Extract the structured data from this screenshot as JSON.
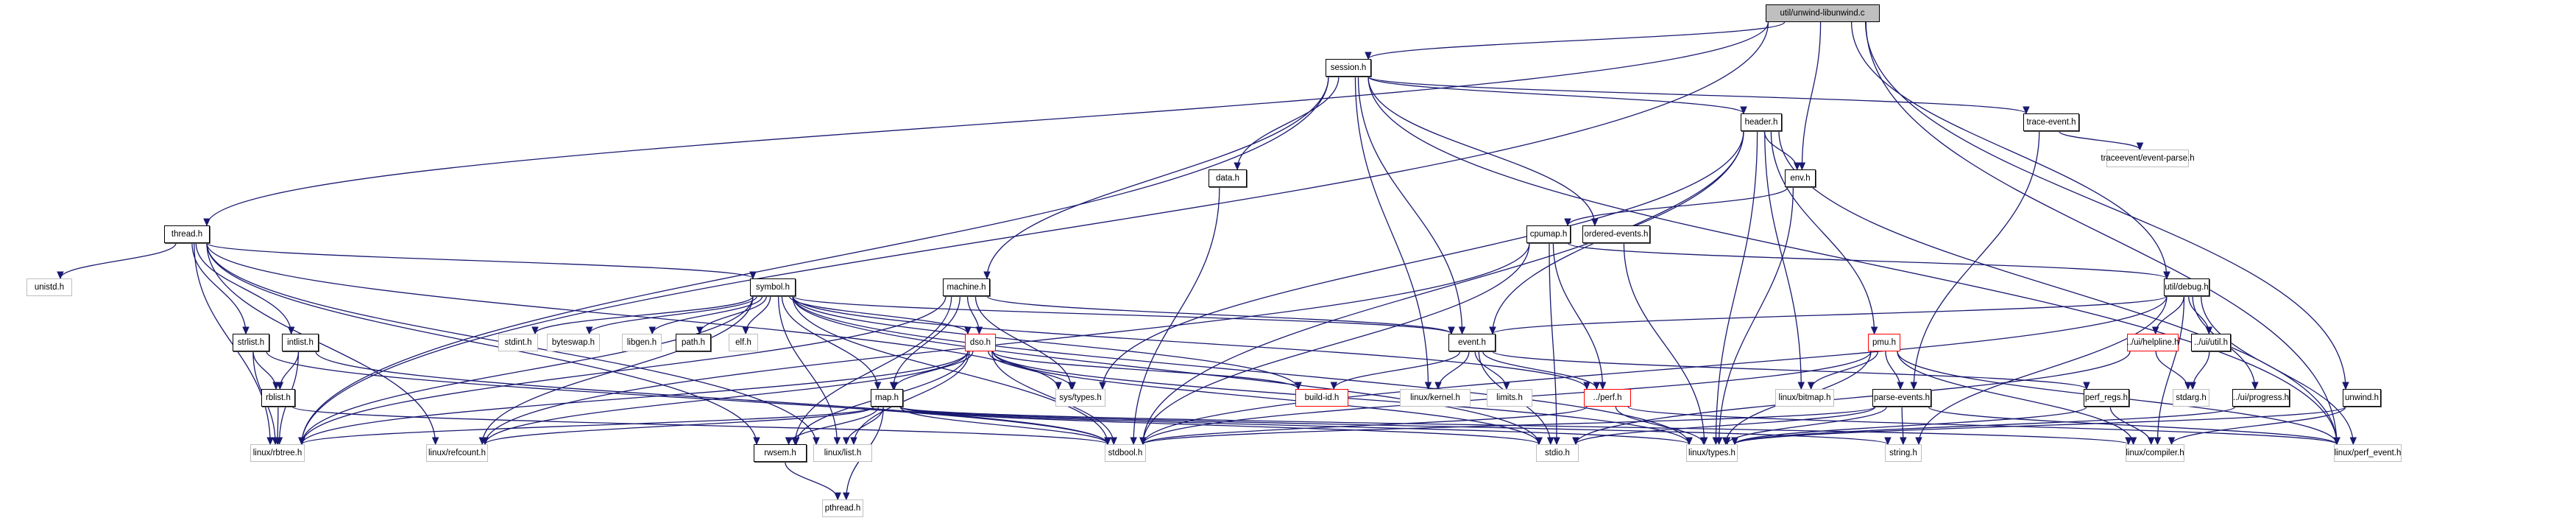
{
  "title": "util/unwind-libunwind.c",
  "diagram_type": "include-dependency-graph",
  "colors": {
    "edge": "#191970",
    "root_fill": "#bfbfbf",
    "documented_border": "#000000",
    "external_border": "#bfbfbf",
    "truncated_border": "#ff0000"
  },
  "nodes": [
    {
      "id": "root",
      "label": "util/unwind-libunwind.c",
      "kind": "root"
    },
    {
      "id": "session",
      "label": "session.h",
      "kind": "doc"
    },
    {
      "id": "header",
      "label": "header.h",
      "kind": "doc"
    },
    {
      "id": "traceevent",
      "label": "trace-event.h",
      "kind": "doc"
    },
    {
      "id": "eventparse",
      "label": "traceevent/event-parse.h",
      "kind": "ext"
    },
    {
      "id": "env",
      "label": "env.h",
      "kind": "doc"
    },
    {
      "id": "data",
      "label": "data.h",
      "kind": "doc"
    },
    {
      "id": "cpumap",
      "label": "cpumap.h",
      "kind": "doc"
    },
    {
      "id": "ordered",
      "label": "ordered-events.h",
      "kind": "doc"
    },
    {
      "id": "thread",
      "label": "thread.h",
      "kind": "doc"
    },
    {
      "id": "unistd",
      "label": "unistd.h",
      "kind": "ext"
    },
    {
      "id": "symbol",
      "label": "symbol.h",
      "kind": "doc"
    },
    {
      "id": "machine",
      "label": "machine.h",
      "kind": "doc"
    },
    {
      "id": "debug",
      "label": "util/debug.h",
      "kind": "doc"
    },
    {
      "id": "event",
      "label": "event.h",
      "kind": "doc"
    },
    {
      "id": "strlist",
      "label": "strlist.h",
      "kind": "doc"
    },
    {
      "id": "intlist",
      "label": "intlist.h",
      "kind": "doc"
    },
    {
      "id": "stdint",
      "label": "stdint.h",
      "kind": "ext"
    },
    {
      "id": "byteswap",
      "label": "byteswap.h",
      "kind": "ext"
    },
    {
      "id": "libgen",
      "label": "libgen.h",
      "kind": "ext"
    },
    {
      "id": "path",
      "label": "path.h",
      "kind": "doc"
    },
    {
      "id": "elf",
      "label": "elf.h",
      "kind": "ext"
    },
    {
      "id": "dso",
      "label": "dso.h",
      "kind": "trunc"
    },
    {
      "id": "pmu",
      "label": "pmu.h",
      "kind": "trunc"
    },
    {
      "id": "helpline",
      "label": "../ui/helpline.h",
      "kind": "trunc"
    },
    {
      "id": "uiutil",
      "label": "../ui/util.h",
      "kind": "doc"
    },
    {
      "id": "rblist",
      "label": "rblist.h",
      "kind": "doc"
    },
    {
      "id": "map",
      "label": "map.h",
      "kind": "doc"
    },
    {
      "id": "systypes",
      "label": "sys/types.h",
      "kind": "ext"
    },
    {
      "id": "buildid",
      "label": "build-id.h",
      "kind": "trunc"
    },
    {
      "id": "kernel",
      "label": "linux/kernel.h",
      "kind": "ext"
    },
    {
      "id": "limits",
      "label": "limits.h",
      "kind": "ext"
    },
    {
      "id": "perf",
      "label": "../perf.h",
      "kind": "trunc"
    },
    {
      "id": "bitmap",
      "label": "linux/bitmap.h",
      "kind": "ext"
    },
    {
      "id": "parseevents",
      "label": "parse-events.h",
      "kind": "doc"
    },
    {
      "id": "perfregs",
      "label": "perf_regs.h",
      "kind": "doc"
    },
    {
      "id": "stdarg",
      "label": "stdarg.h",
      "kind": "ext"
    },
    {
      "id": "progress",
      "label": "../ui/progress.h",
      "kind": "doc"
    },
    {
      "id": "unwind",
      "label": "unwind.h",
      "kind": "doc"
    },
    {
      "id": "rbtree",
      "label": "linux/rbtree.h",
      "kind": "ext"
    },
    {
      "id": "refcount",
      "label": "linux/refcount.h",
      "kind": "ext"
    },
    {
      "id": "rwsem",
      "label": "rwsem.h",
      "kind": "doc"
    },
    {
      "id": "list",
      "label": "linux/list.h",
      "kind": "ext"
    },
    {
      "id": "stdbool",
      "label": "stdbool.h",
      "kind": "ext"
    },
    {
      "id": "stdio",
      "label": "stdio.h",
      "kind": "ext"
    },
    {
      "id": "types",
      "label": "linux/types.h",
      "kind": "ext"
    },
    {
      "id": "string",
      "label": "string.h",
      "kind": "ext"
    },
    {
      "id": "compiler",
      "label": "linux/compiler.h",
      "kind": "ext"
    },
    {
      "id": "perfevent",
      "label": "linux/perf_event.h",
      "kind": "ext"
    },
    {
      "id": "pthread",
      "label": "pthread.h",
      "kind": "ext"
    }
  ],
  "edges": [
    [
      "root",
      "session"
    ],
    [
      "root",
      "thread"
    ],
    [
      "root",
      "env"
    ],
    [
      "root",
      "debug"
    ],
    [
      "root",
      "unwind"
    ],
    [
      "root",
      "perfevent"
    ],
    [
      "root",
      "rbtree"
    ],
    [
      "session",
      "header"
    ],
    [
      "session",
      "traceevent"
    ],
    [
      "session",
      "data"
    ],
    [
      "session",
      "machine"
    ],
    [
      "session",
      "ordered"
    ],
    [
      "session",
      "event"
    ],
    [
      "session",
      "kernel"
    ],
    [
      "session",
      "perfevent"
    ],
    [
      "session",
      "rbtree"
    ],
    [
      "header",
      "env"
    ],
    [
      "header",
      "event"
    ],
    [
      "header",
      "pmu"
    ],
    [
      "header",
      "bitmap"
    ],
    [
      "header",
      "types"
    ],
    [
      "header",
      "stdbool"
    ],
    [
      "header",
      "systypes"
    ],
    [
      "header",
      "perfevent"
    ],
    [
      "traceevent",
      "eventparse"
    ],
    [
      "traceevent",
      "parseevents"
    ],
    [
      "env",
      "cpumap"
    ],
    [
      "env",
      "types"
    ],
    [
      "data",
      "stdbool"
    ],
    [
      "cpumap",
      "perf"
    ],
    [
      "cpumap",
      "debug"
    ],
    [
      "cpumap",
      "stdio"
    ],
    [
      "cpumap",
      "stdbool"
    ],
    [
      "cpumap",
      "refcount"
    ],
    [
      "ordered",
      "types"
    ],
    [
      "thread",
      "unistd"
    ],
    [
      "thread",
      "symbol"
    ],
    [
      "thread",
      "strlist"
    ],
    [
      "thread",
      "intlist"
    ],
    [
      "thread",
      "rbtree"
    ],
    [
      "thread",
      "refcount"
    ],
    [
      "thread",
      "list"
    ],
    [
      "thread",
      "systypes"
    ],
    [
      "thread",
      "rwsem"
    ],
    [
      "symbol",
      "stdint"
    ],
    [
      "symbol",
      "byteswap"
    ],
    [
      "symbol",
      "libgen"
    ],
    [
      "symbol",
      "path"
    ],
    [
      "symbol",
      "elf"
    ],
    [
      "symbol",
      "dso"
    ],
    [
      "symbol",
      "map"
    ],
    [
      "symbol",
      "buildid"
    ],
    [
      "symbol",
      "event"
    ],
    [
      "symbol",
      "perf"
    ],
    [
      "symbol",
      "rbtree"
    ],
    [
      "symbol",
      "stdio"
    ],
    [
      "symbol",
      "stdbool"
    ],
    [
      "symbol",
      "types"
    ],
    [
      "symbol",
      "list"
    ],
    [
      "symbol",
      "refcount"
    ],
    [
      "machine",
      "dso"
    ],
    [
      "machine",
      "map"
    ],
    [
      "machine",
      "event"
    ],
    [
      "machine",
      "systypes"
    ],
    [
      "machine",
      "rbtree"
    ],
    [
      "machine",
      "rwsem"
    ],
    [
      "debug",
      "event"
    ],
    [
      "debug",
      "helpline"
    ],
    [
      "debug",
      "uiutil"
    ],
    [
      "debug",
      "progress"
    ],
    [
      "debug",
      "compiler"
    ],
    [
      "debug",
      "stdbool"
    ],
    [
      "debug",
      "perfevent"
    ],
    [
      "debug",
      "string"
    ],
    [
      "event",
      "buildid"
    ],
    [
      "event",
      "kernel"
    ],
    [
      "event",
      "limits"
    ],
    [
      "event",
      "perf"
    ],
    [
      "event",
      "stdio"
    ],
    [
      "event",
      "perfregs"
    ],
    [
      "strlist",
      "rblist"
    ],
    [
      "strlist",
      "rbtree"
    ],
    [
      "strlist",
      "stdbool"
    ],
    [
      "intlist",
      "rblist"
    ],
    [
      "intlist",
      "rbtree"
    ],
    [
      "intlist",
      "stdbool"
    ],
    [
      "dso",
      "map"
    ],
    [
      "dso",
      "systypes"
    ],
    [
      "dso",
      "buildid"
    ],
    [
      "dso",
      "rbtree"
    ],
    [
      "dso",
      "refcount"
    ],
    [
      "dso",
      "stdio"
    ],
    [
      "dso",
      "stdbool"
    ],
    [
      "dso",
      "types"
    ],
    [
      "dso",
      "list"
    ],
    [
      "dso",
      "rwsem"
    ],
    [
      "pmu",
      "bitmap"
    ],
    [
      "pmu",
      "parseevents"
    ],
    [
      "pmu",
      "compiler"
    ],
    [
      "pmu",
      "stdbool"
    ],
    [
      "pmu",
      "types"
    ],
    [
      "pmu",
      "perfevent"
    ],
    [
      "helpline",
      "stdarg"
    ],
    [
      "helpline",
      "stdio"
    ],
    [
      "uiutil",
      "stdarg"
    ],
    [
      "rblist",
      "rbtree"
    ],
    [
      "rblist",
      "stdbool"
    ],
    [
      "map",
      "list"
    ],
    [
      "map",
      "pthread"
    ],
    [
      "map",
      "rbtree"
    ],
    [
      "map",
      "refcount"
    ],
    [
      "map",
      "stdio"
    ],
    [
      "map",
      "stdbool"
    ],
    [
      "map",
      "types"
    ],
    [
      "map",
      "string"
    ],
    [
      "map",
      "compiler"
    ],
    [
      "map",
      "rwsem"
    ],
    [
      "perf",
      "types"
    ],
    [
      "perf",
      "stdbool"
    ],
    [
      "perf",
      "perfevent"
    ],
    [
      "parseevents",
      "types"
    ],
    [
      "parseevents",
      "stdbool"
    ],
    [
      "parseevents",
      "string"
    ],
    [
      "parseevents",
      "stdio"
    ],
    [
      "parseevents",
      "perfevent"
    ],
    [
      "perfregs",
      "compiler"
    ],
    [
      "perfregs",
      "types"
    ],
    [
      "progress",
      "types"
    ],
    [
      "unwind",
      "types"
    ],
    [
      "unwind",
      "compiler"
    ],
    [
      "rwsem",
      "pthread"
    ]
  ]
}
